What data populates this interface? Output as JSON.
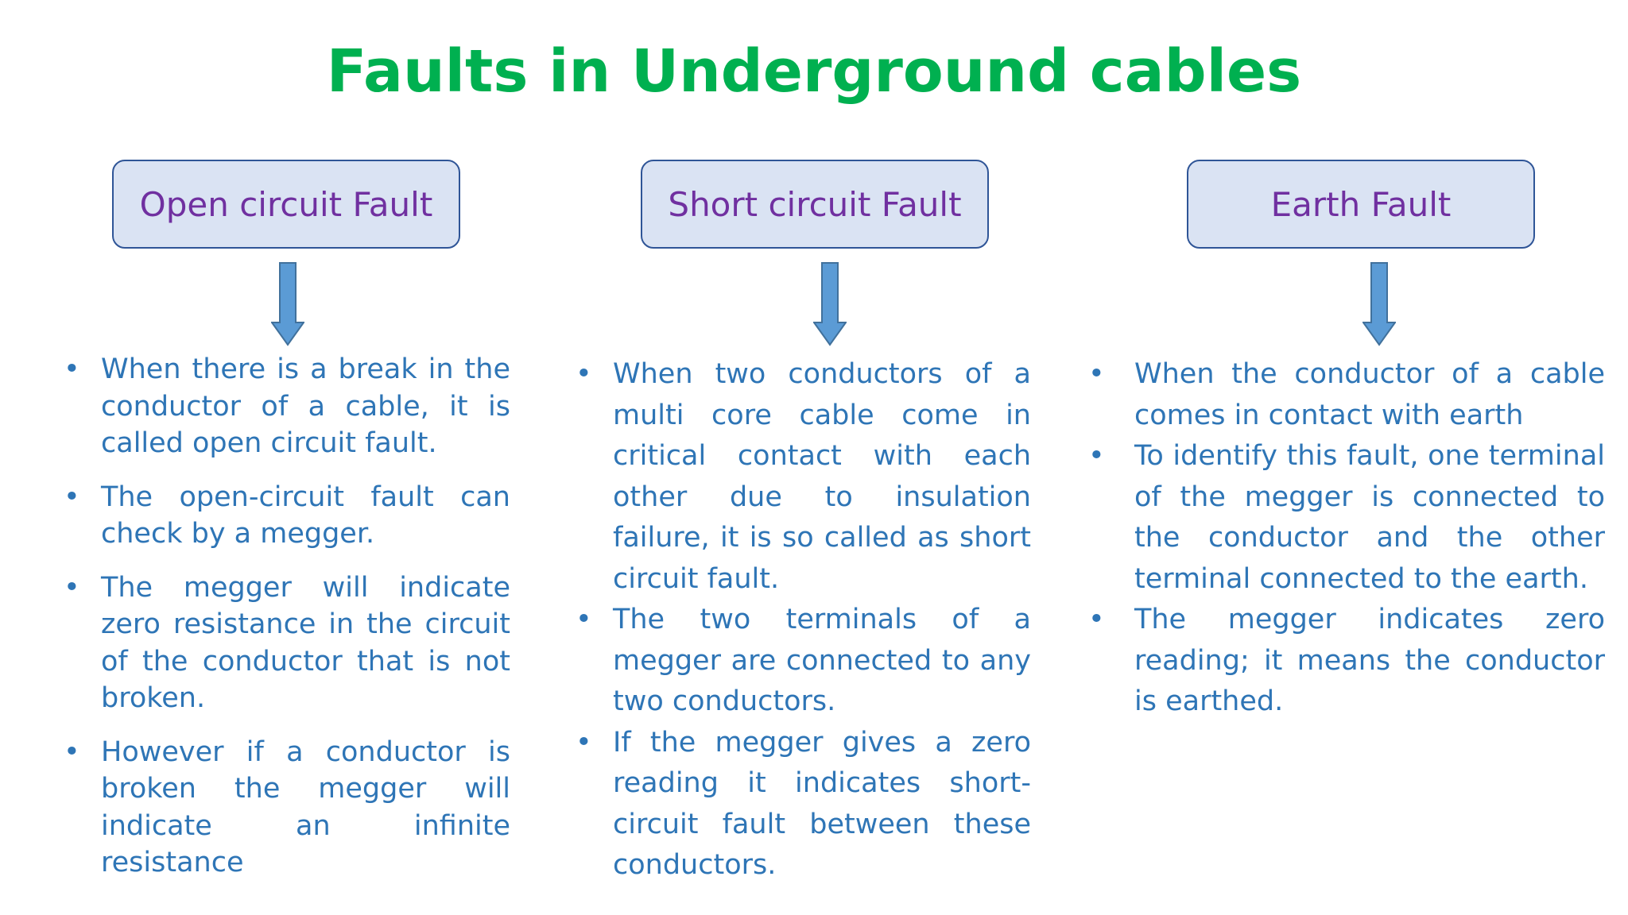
{
  "title": "Faults in Underground cables",
  "colors": {
    "title": "#00b050",
    "box_fill": "#dae3f3",
    "box_border": "#2f5597",
    "box_text": "#7030a0",
    "arrow": "#5b9bd5",
    "body_text": "#2e75b6"
  },
  "columns": [
    {
      "heading": "Open circuit Fault",
      "points": [
        "When there is a break in the conductor of a cable, it is called open circuit fault.",
        "The open-circuit fault can check by a megger.",
        "The megger will indicate zero resistance in the circuit of the conductor that is not broken.",
        "However if a conductor is broken the megger will indicate an infinite resistance"
      ]
    },
    {
      "heading": "Short circuit Fault",
      "points": [
        "When two conductors of a multi core cable come in critical contact with each other due to insulation failure, it is so called as short circuit fault.",
        "The two terminals of a megger are connected to any two conductors.",
        "If the megger gives a zero reading it indicates short-circuit fault between these conductors."
      ]
    },
    {
      "heading": "Earth Fault",
      "points": [
        "When the conductor of a cable comes in contact with earth",
        "To identify this fault, one terminal of the megger is connected to the conductor and the other terminal connected to the earth.",
        "The megger indicates zero reading; it means the conductor is earthed."
      ]
    }
  ]
}
